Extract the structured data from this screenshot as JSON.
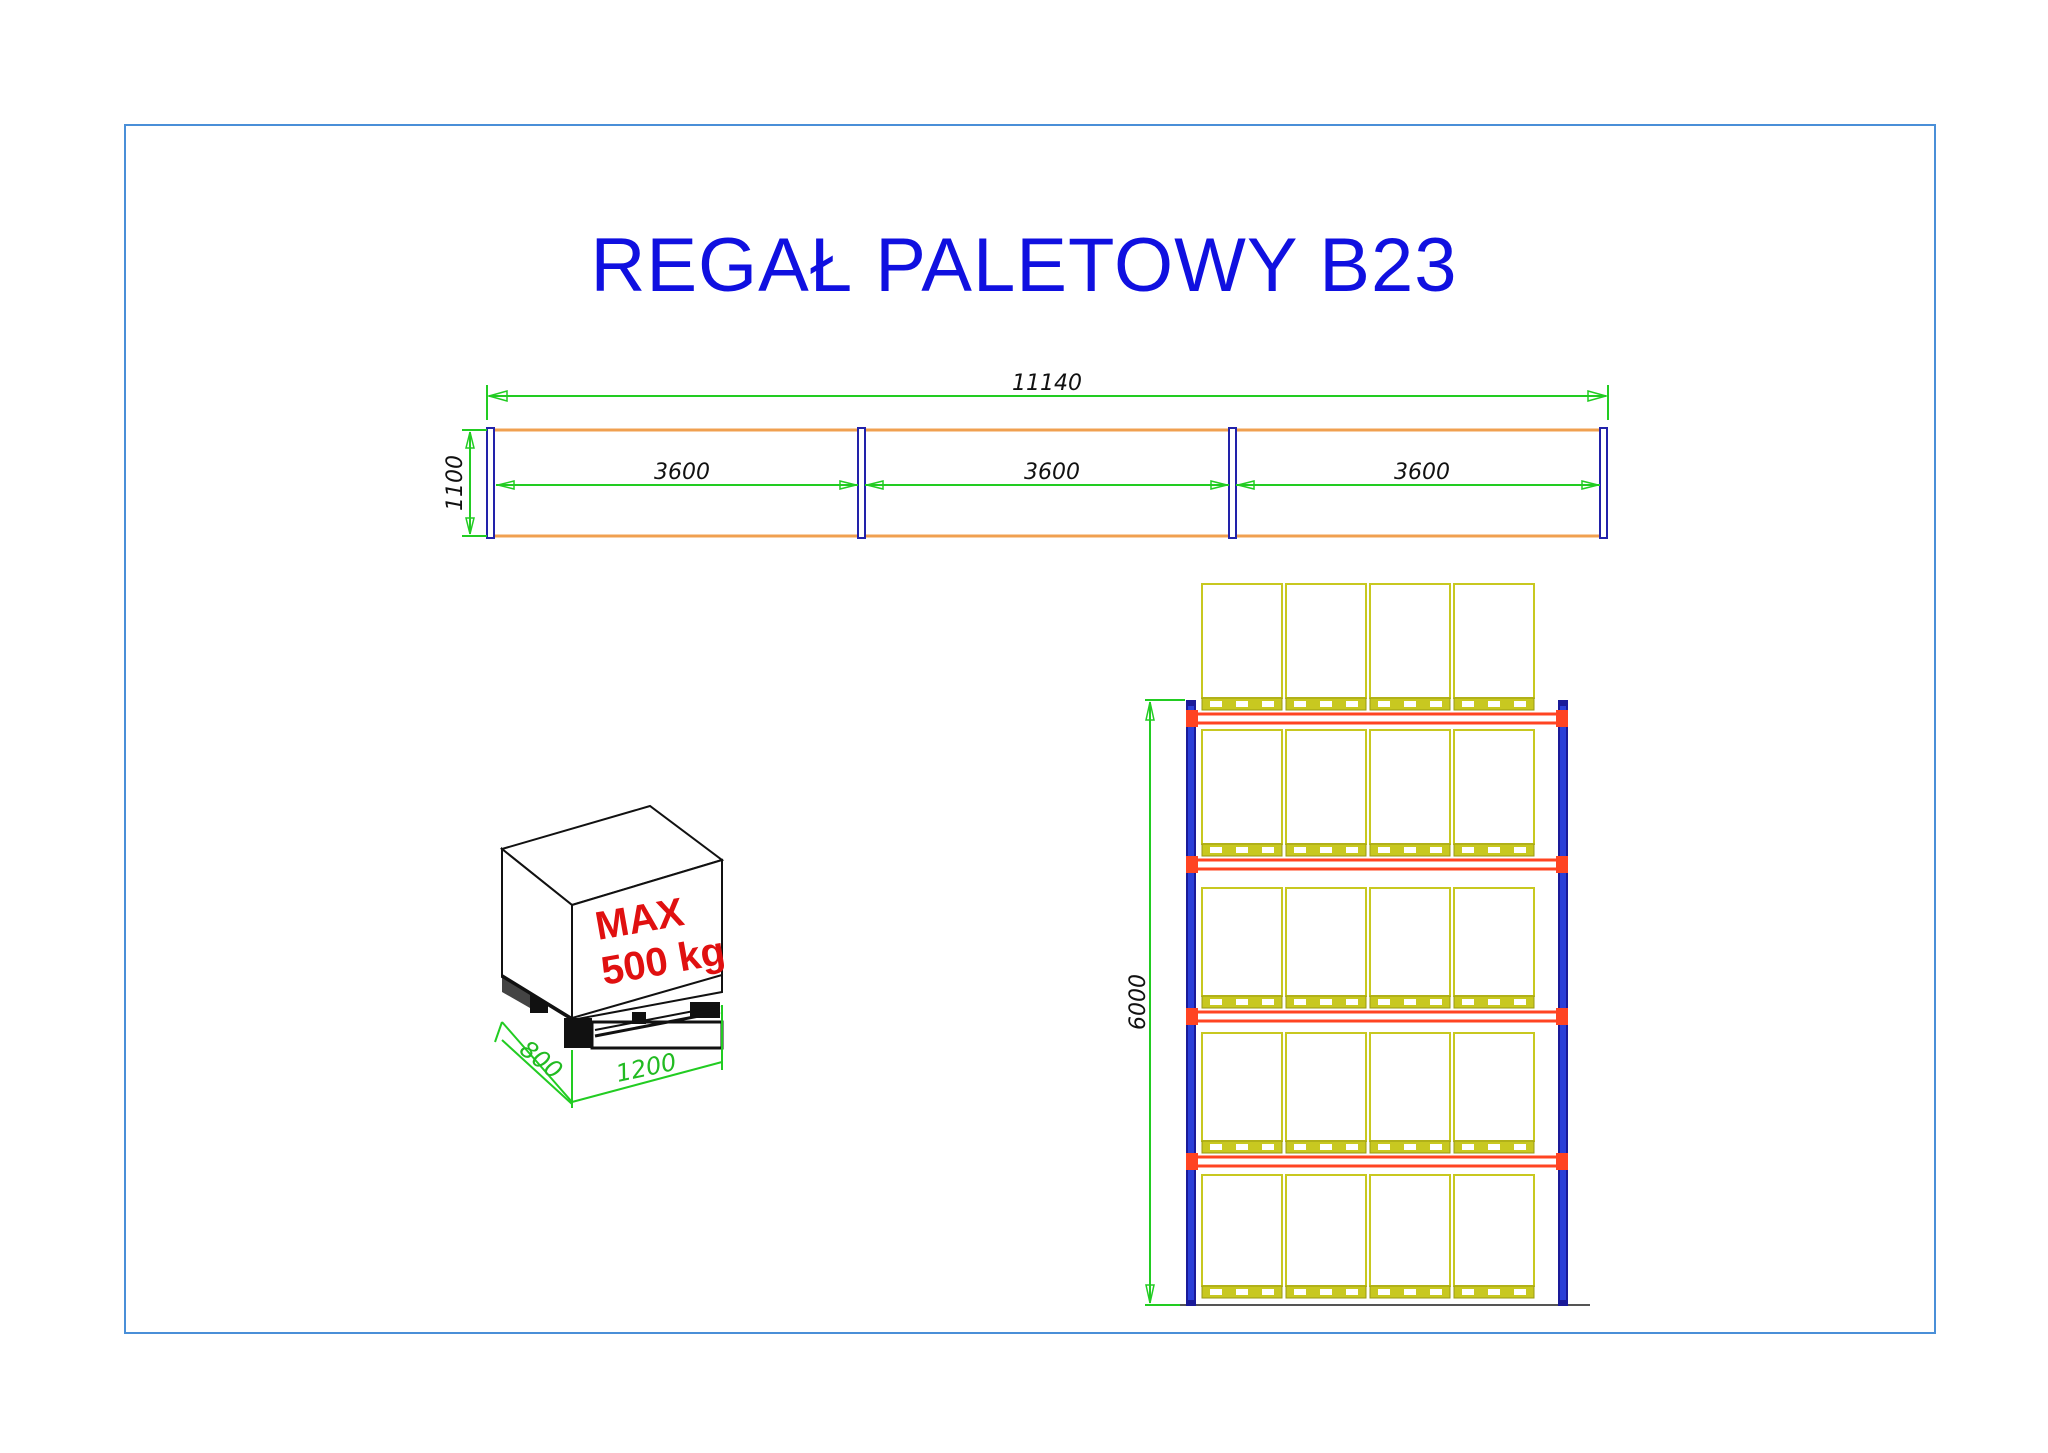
{
  "title": "REGAŁ PALETOWY B23",
  "colors": {
    "frame": "#4a8fd8",
    "title": "#1010e0",
    "dimension": "#22cc22",
    "upright": "#2222aa",
    "beam": "#f0a050",
    "beam_front": "#ff4422",
    "load": "#c8c820"
  },
  "plan_view": {
    "total_length": "11140",
    "depth": "1100",
    "bays": [
      {
        "width": "3600"
      },
      {
        "width": "3600"
      },
      {
        "width": "3600"
      }
    ]
  },
  "pallet": {
    "load_line1": "MAX",
    "load_line2": "500 kg",
    "length": "1200",
    "width": "800"
  },
  "elevation": {
    "height": "6000",
    "levels": 5,
    "pallets_per_level": 4
  }
}
